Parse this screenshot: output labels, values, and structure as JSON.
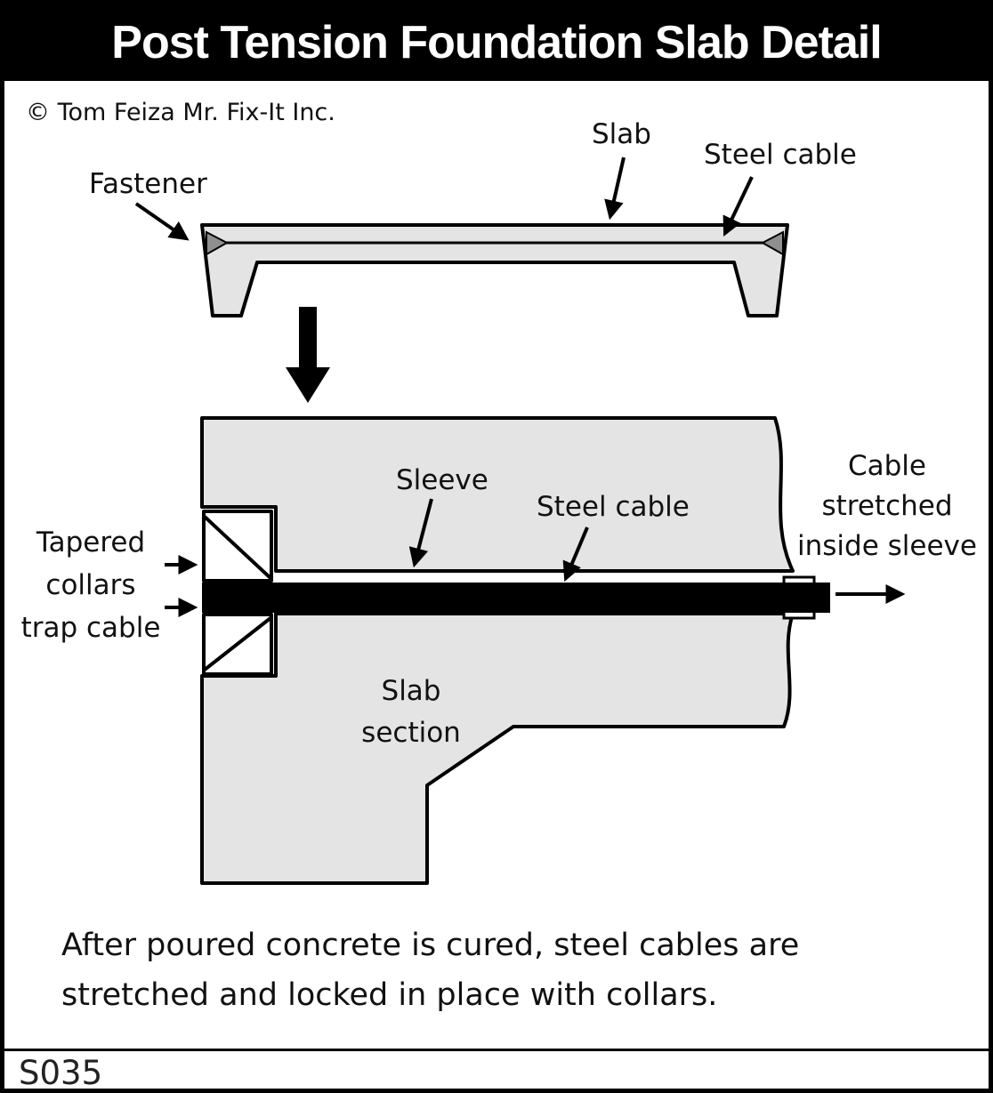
{
  "title": "Post Tension Foundation Slab Detail",
  "copyright": "© Tom Feiza Mr. Fix-It Inc.",
  "diagram": {
    "top_labels": {
      "fastener": "Fastener",
      "slab": "Slab",
      "steel_cable": "Steel cable"
    },
    "bottom_labels": {
      "sleeve": "Sleeve",
      "steel_cable": "Steel cable",
      "cable_stretched": "Cable\nstretched\ninside sleeve",
      "tapered_collars": "Tapered\ncollars\ntrap cable",
      "slab_section": "Slab\nsection"
    }
  },
  "caption": "After poured concrete is cured, steel cables are\nstretched and locked in place with collars.",
  "code": "S035",
  "colors": {
    "slab_fill": "#e4e4e4",
    "line": "#000000",
    "anchor_fill": "#8f8f8f",
    "title_bg": "#000000",
    "title_fg": "#ffffff"
  }
}
